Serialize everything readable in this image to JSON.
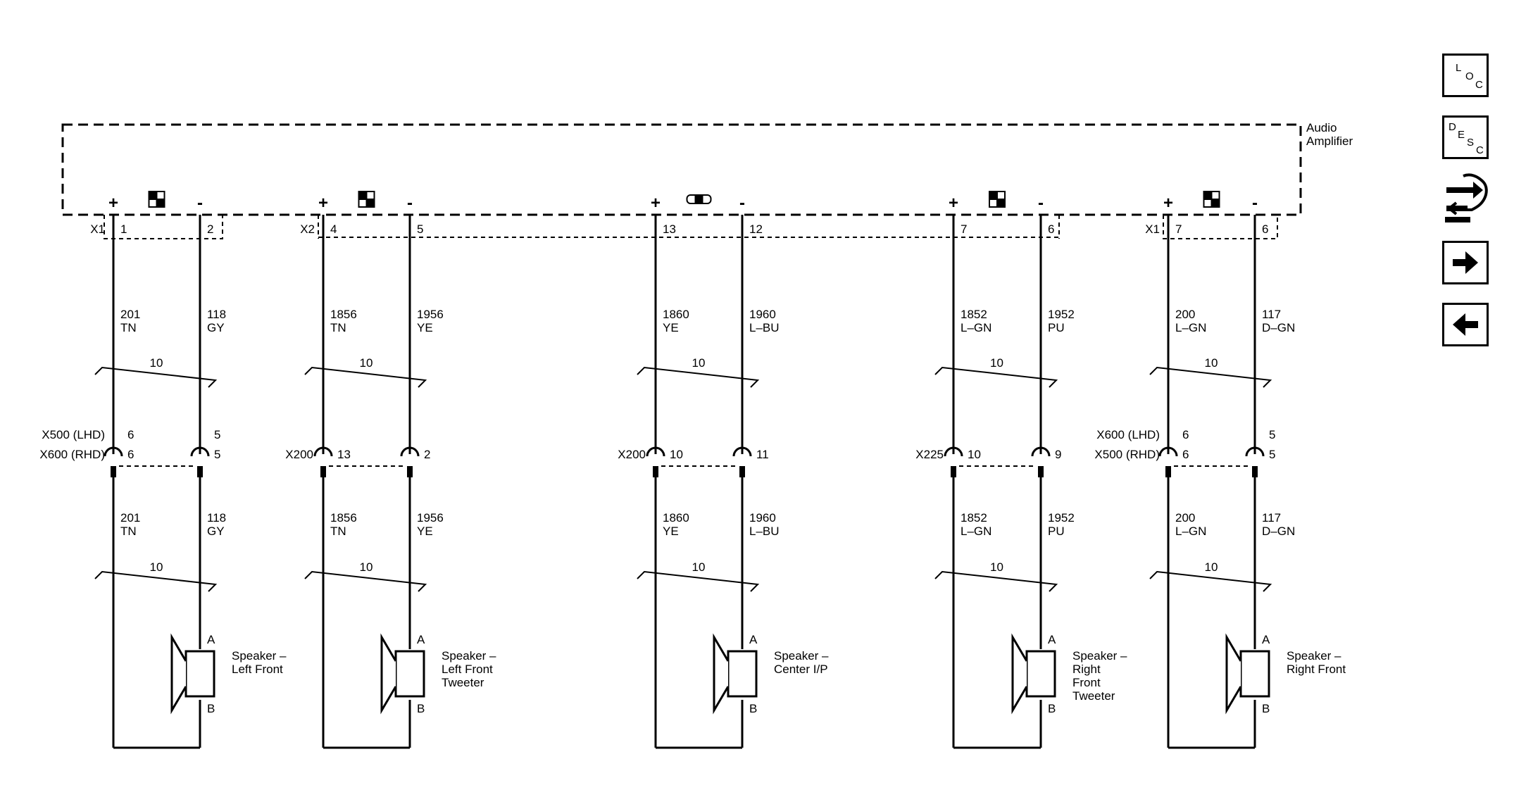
{
  "amplifier": {
    "name_line1": "Audio",
    "name_line2": "Amplifier"
  },
  "symbols": {
    "plus": "+",
    "minus": "-"
  },
  "circuits": [
    {
      "pins": [
        "1",
        "2"
      ],
      "connector": "X1",
      "wires_upper": [
        {
          "circuit": "201",
          "color": "TN"
        },
        {
          "circuit": "118",
          "color": "GY"
        }
      ],
      "gauge_upper": "10",
      "inline_labels": [
        "X500 (LHD)",
        "X600 (RHD)"
      ],
      "inline_pins": [
        [
          "6",
          "5"
        ],
        [
          "6",
          "5"
        ]
      ],
      "wires_lower": [
        {
          "circuit": "201",
          "color": "TN"
        },
        {
          "circuit": "118",
          "color": "GY"
        }
      ],
      "gauge_lower": "10",
      "terminal_a": "A",
      "terminal_b": "B",
      "speaker_lines": [
        "Speaker –",
        "Left Front"
      ]
    },
    {
      "pins": [
        "4",
        "5"
      ],
      "connector": "X2",
      "wires_upper": [
        {
          "circuit": "1856",
          "color": "TN"
        },
        {
          "circuit": "1956",
          "color": "YE"
        }
      ],
      "gauge_upper": "10",
      "inline_labels": [
        "X200"
      ],
      "inline_pins": [
        [
          "13",
          "2"
        ]
      ],
      "wires_lower": [
        {
          "circuit": "1856",
          "color": "TN"
        },
        {
          "circuit": "1956",
          "color": "YE"
        }
      ],
      "gauge_lower": "10",
      "terminal_a": "A",
      "terminal_b": "B",
      "speaker_lines": [
        "Speaker –",
        "Left Front",
        "Tweeter"
      ]
    },
    {
      "pins": [
        "13",
        "12"
      ],
      "wires_upper": [
        {
          "circuit": "1860",
          "color": "YE"
        },
        {
          "circuit": "1960",
          "color": "L–BU"
        }
      ],
      "gauge_upper": "10",
      "inline_labels": [
        "X200"
      ],
      "inline_pins": [
        [
          "10",
          "11"
        ]
      ],
      "wires_lower": [
        {
          "circuit": "1860",
          "color": "YE"
        },
        {
          "circuit": "1960",
          "color": "L–BU"
        }
      ],
      "gauge_lower": "10",
      "terminal_a": "A",
      "terminal_b": "B",
      "speaker_lines": [
        "Speaker –",
        "Center I/P"
      ]
    },
    {
      "pins": [
        "7",
        "6"
      ],
      "wires_upper": [
        {
          "circuit": "1852",
          "color": "L–GN"
        },
        {
          "circuit": "1952",
          "color": "PU"
        }
      ],
      "gauge_upper": "10",
      "inline_labels": [
        "X225"
      ],
      "inline_pins": [
        [
          "10",
          "9"
        ]
      ],
      "wires_lower": [
        {
          "circuit": "1852",
          "color": "L–GN"
        },
        {
          "circuit": "1952",
          "color": "PU"
        }
      ],
      "gauge_lower": "10",
      "terminal_a": "A",
      "terminal_b": "B",
      "speaker_lines": [
        "Speaker –",
        "Right",
        "Front",
        "Tweeter"
      ]
    },
    {
      "pins": [
        "7",
        "6"
      ],
      "connector": "X1",
      "wires_upper": [
        {
          "circuit": "200",
          "color": "L–GN"
        },
        {
          "circuit": "117",
          "color": "D–GN"
        }
      ],
      "gauge_upper": "10",
      "inline_labels": [
        "X600 (LHD)",
        "X500 (RHD)"
      ],
      "inline_pins": [
        [
          "6",
          "5"
        ],
        [
          "6",
          "5"
        ]
      ],
      "wires_lower": [
        {
          "circuit": "200",
          "color": "L–GN"
        },
        {
          "circuit": "117",
          "color": "D–GN"
        }
      ],
      "gauge_lower": "10",
      "terminal_a": "A",
      "terminal_b": "B",
      "speaker_lines": [
        "Speaker –",
        "Right Front"
      ]
    }
  ],
  "toolbar": {
    "loc_button": {
      "letters": [
        "L",
        "O",
        "C"
      ]
    },
    "desc_button": {
      "letters": [
        "D",
        "E",
        "S",
        "C"
      ]
    },
    "connector_button": {
      "icon": "connector-hand-icon"
    },
    "next_button": {
      "icon": "arrow-right-icon"
    },
    "back_button": {
      "icon": "arrow-left-icon"
    }
  }
}
